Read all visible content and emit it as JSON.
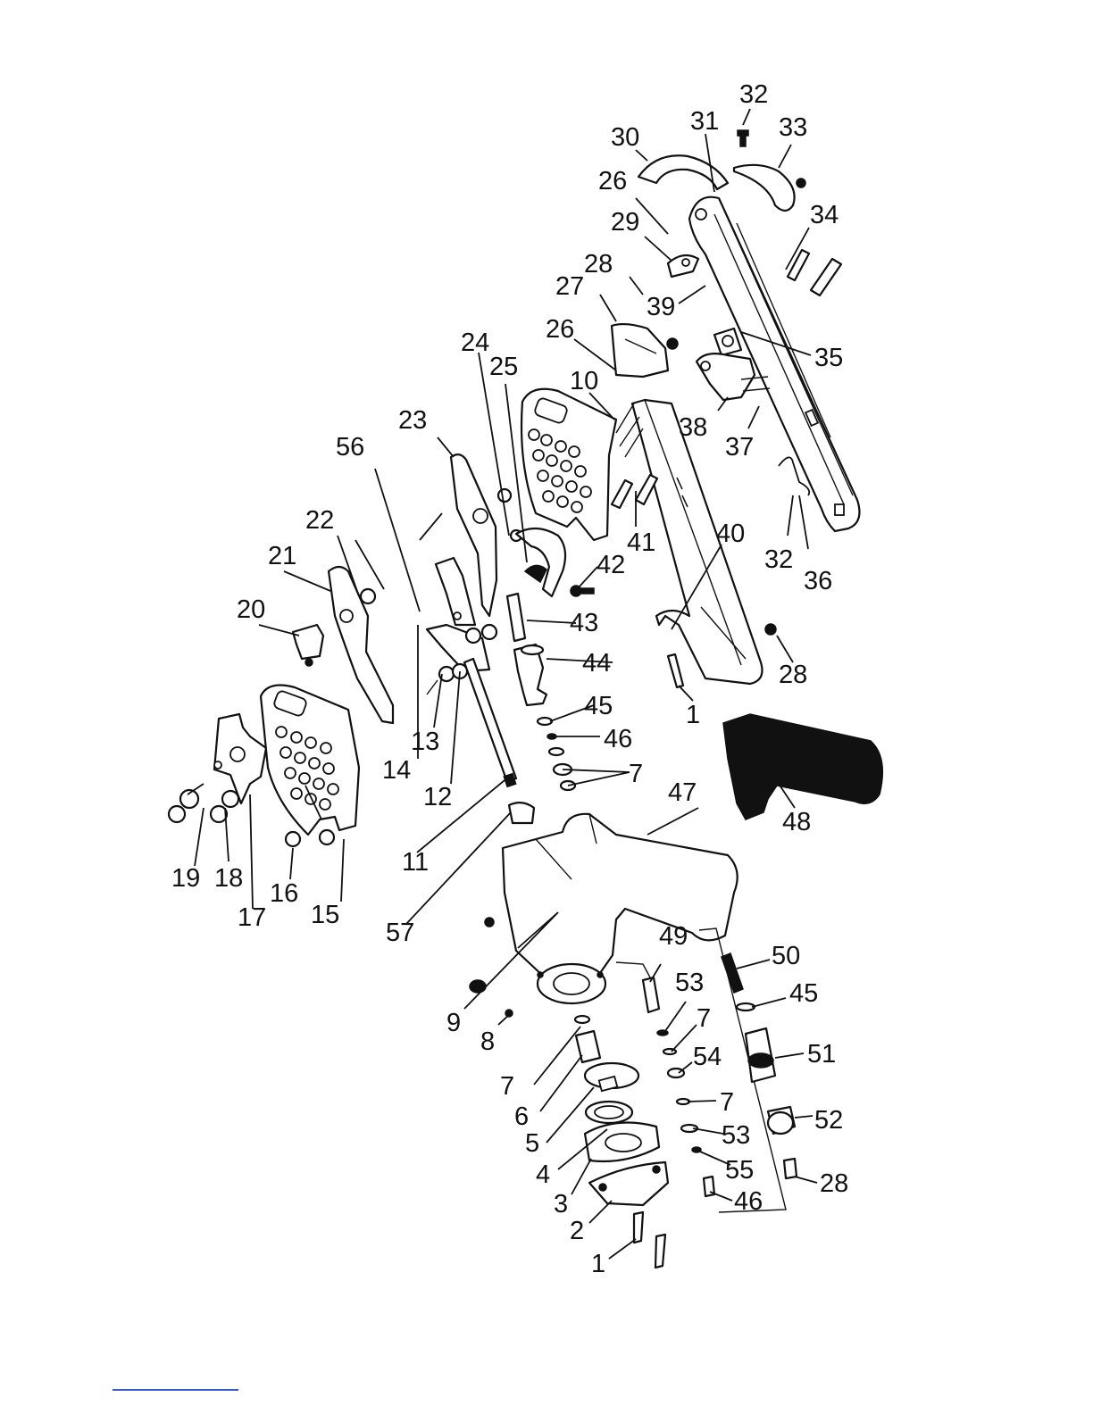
{
  "diagram": {
    "type": "exploded-parts-diagram",
    "callouts": [
      "1",
      "2",
      "3",
      "4",
      "5",
      "6",
      "7",
      "8",
      "9",
      "10",
      "11",
      "12",
      "13",
      "14",
      "15",
      "16",
      "17",
      "18",
      "19",
      "20",
      "21",
      "22",
      "23",
      "24",
      "25",
      "26",
      "27",
      "28",
      "29",
      "30",
      "31",
      "32",
      "33",
      "34",
      "35",
      "36",
      "37",
      "38",
      "39",
      "40",
      "41",
      "42",
      "43",
      "44",
      "45",
      "46",
      "47",
      "48",
      "49",
      "50",
      "51",
      "52",
      "53",
      "54",
      "55",
      "56",
      "57"
    ],
    "colors": {
      "ink": "#111111",
      "paper": "#ffffff",
      "footer_rule": "#3a5ec9"
    }
  }
}
